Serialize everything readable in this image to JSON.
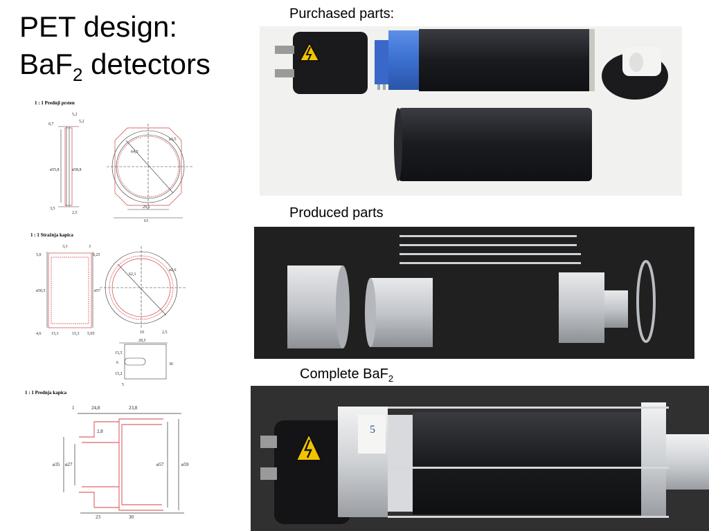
{
  "slide": {
    "title_line1": "PET design:",
    "title_line2_pre": "BaF",
    "title_line2_sub": "2",
    "title_line2_post": " detectors"
  },
  "captions": {
    "purchased": "Purchased parts:",
    "produced": "Produced parts",
    "complete_pre": "Complete BaF",
    "complete_sub": "2"
  },
  "drawings": {
    "d1": {
      "title": "1 : 1   Prednji prsten",
      "dims": [
        "0,7",
        "5,2",
        "5,2",
        "ø55,8",
        "ø58,8",
        "3,5",
        "2,5",
        "64,5",
        "ø3,5",
        "29,5",
        "63"
      ]
    },
    "d2": {
      "title": "1 : 1   Stražnja kapica",
      "dims": [
        "3,3",
        "3",
        "5,0",
        "0,25",
        "ø50,5",
        "ø57",
        "62,1",
        "ø2,6",
        "4,6",
        "15,3",
        "15,3",
        "5,05",
        "10",
        "28,5",
        "2,5",
        "15,5",
        "6",
        "15,2",
        "36",
        "5"
      ]
    },
    "d3": {
      "title": "1 : 1   Prednja kapica",
      "dims": [
        "1",
        "24,8",
        "23,8",
        "2,8",
        "ø35",
        "ø27",
        "ø57",
        "ø59",
        "23",
        "30"
      ]
    }
  },
  "icons": {
    "warning": "high-voltage-warning-icon"
  },
  "colors": {
    "warning_yellow": "#f2c400",
    "tube_black": "#1c1d21",
    "pmt_blue": "#3b6fd0",
    "aluminium": "#c9ccd0",
    "drawing_red": "#d04040"
  },
  "photo_labels": {
    "tape_mark": "5"
  }
}
